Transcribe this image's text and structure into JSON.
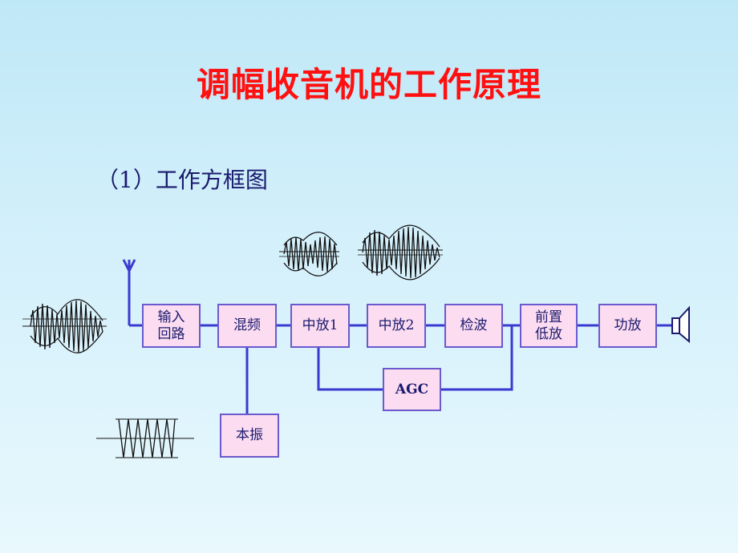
{
  "title": "调幅收音机的工作原理",
  "subtitle": "（1）工作方框图",
  "blocks": {
    "input": "输入\n回路",
    "mixer": "混频",
    "if1": "中放1",
    "if2": "中放2",
    "detector": "检波",
    "preamp": "前置\n低放",
    "power_amp": "功放",
    "agc": "AGC",
    "local_osc": "本振"
  },
  "colors": {
    "title": "#ff1010",
    "text": "#1a1a6e",
    "block_fill": "#fcdcf0",
    "block_border": "#6a5acd",
    "wire": "#3a3ad0"
  },
  "icons": [
    "antenna-icon",
    "speaker-icon"
  ]
}
